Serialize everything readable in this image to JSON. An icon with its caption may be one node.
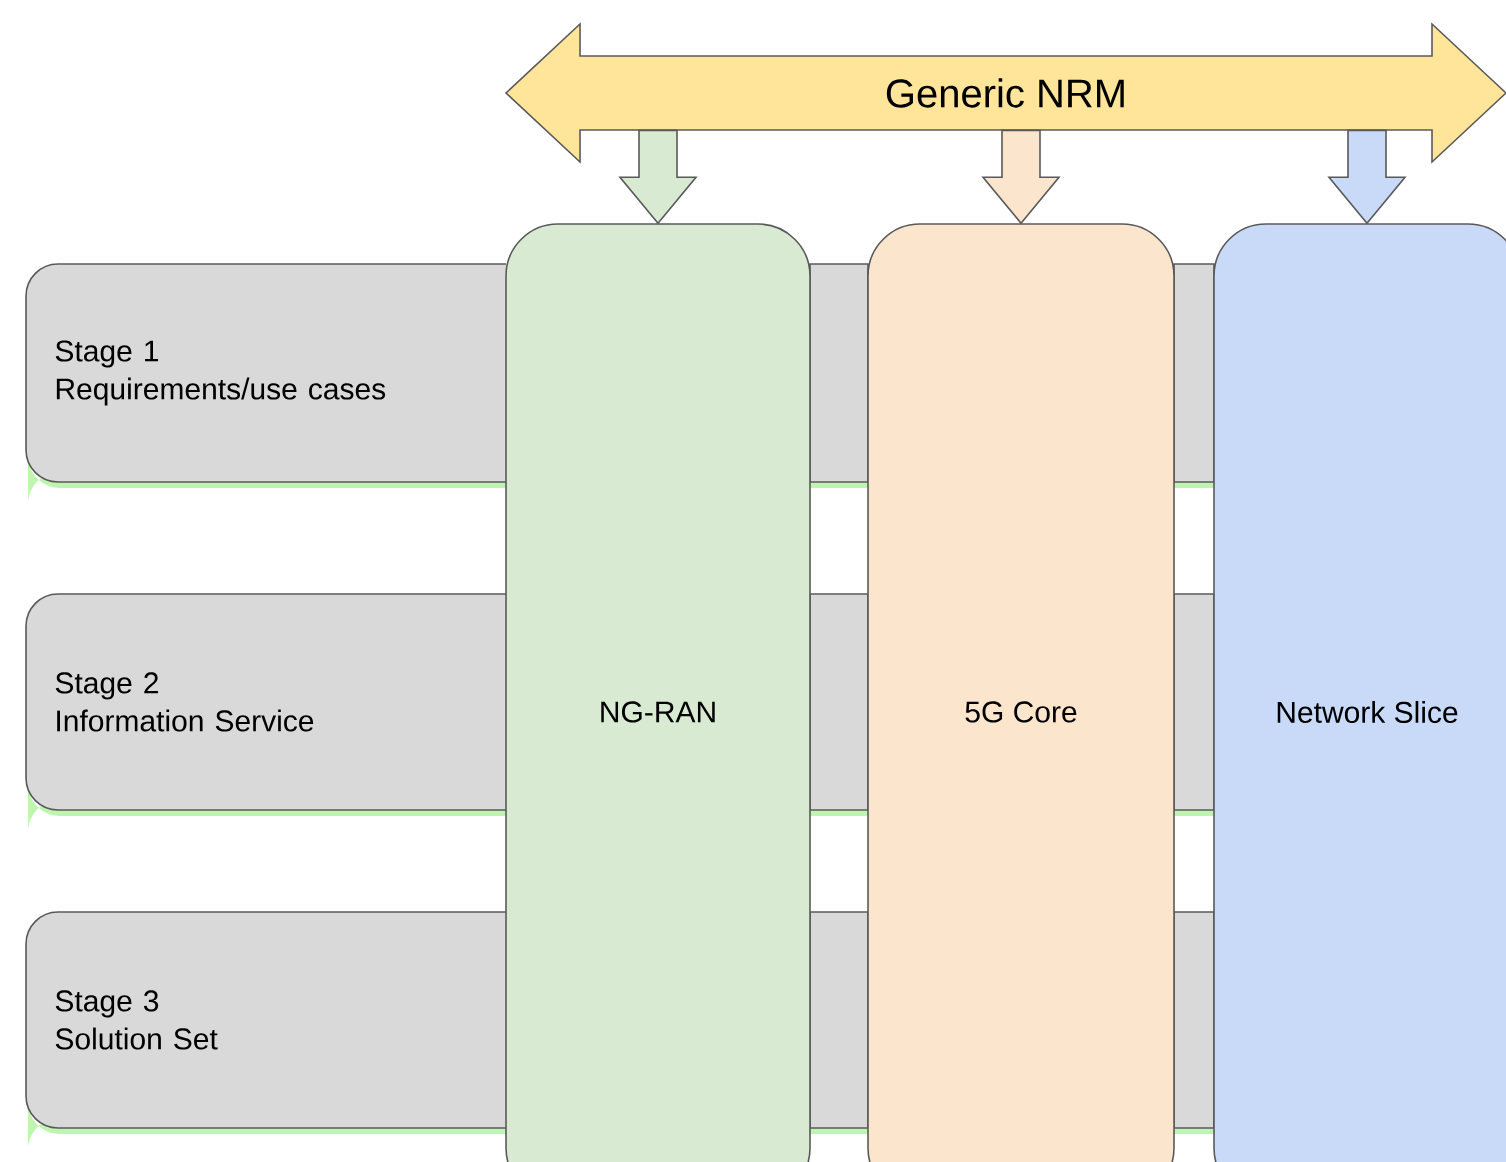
{
  "diagram": {
    "nodes": [
      {
        "text": [
          "Generic NRM"
        ]
      },
      {
        "text": [
          "Stage 1",
          "Requirements/use cases"
        ]
      },
      {
        "text": [
          "Stage 2",
          "Information Service"
        ]
      },
      {
        "text": [
          "Stage 3",
          "Solution Set"
        ]
      },
      {
        "text": [
          "NG-RAN"
        ]
      },
      {
        "text": [
          "5G Core"
        ]
      },
      {
        "text": [
          "Network Slice"
        ]
      }
    ],
    "edges": [
      {
        "from": 0,
        "to": 4,
        "arrow": "to",
        "style": "thick",
        "color": "#d9ead3"
      },
      {
        "from": 0,
        "to": 5,
        "arrow": "to",
        "style": "thick",
        "color": "#fce5cd"
      },
      {
        "from": 0,
        "to": 6,
        "arrow": "to",
        "style": "thick",
        "color": "#c9daf8"
      }
    ]
  }
}
